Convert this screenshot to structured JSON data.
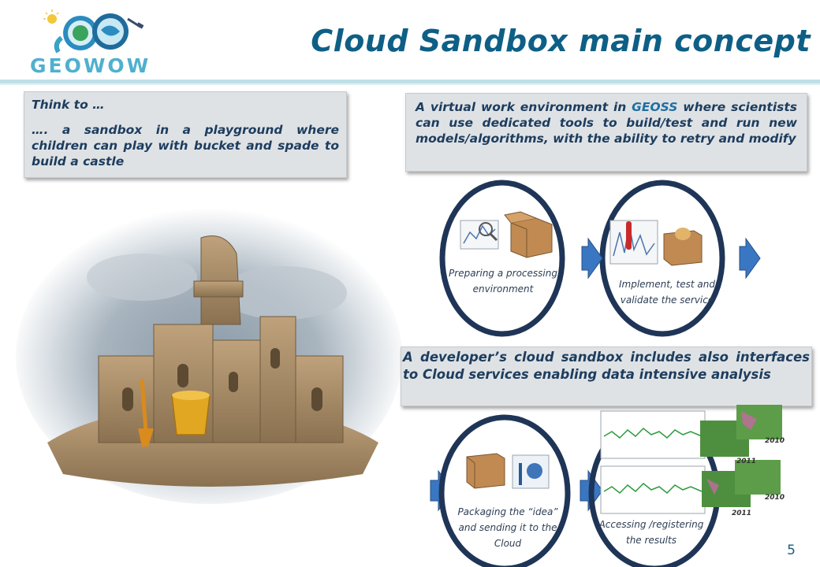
{
  "header": {
    "title": "Cloud Sandbox main concept",
    "logo_text": "GEOWOW"
  },
  "think_box": {
    "line1": "Think to …",
    "line2": "…. a sandbox in a playground where children can play with bucket and spade to build a castle"
  },
  "virtual_box": {
    "text_before": "A virtual work environment in ",
    "highlight": "GEOSS",
    "text_after": " where scientists can use dedicated tools to build/test and run new models/algorithms, with the ability to retry and modify"
  },
  "developer_box": {
    "text": "A developer’s cloud sandbox includes also interfaces to Cloud services enabling data intensive analysis"
  },
  "diagram_top": {
    "step1": {
      "line1": "Preparing a processing",
      "line2": "environment"
    },
    "step2": {
      "line1": "Implement, test and",
      "line2": "validate the service"
    }
  },
  "diagram_bottom": {
    "step1": {
      "line1": "Packaging the “idea”",
      "line2": "and sending it to the",
      "line3": "Cloud"
    },
    "step2": {
      "line1": "Accessing /registering",
      "line2": "the results"
    },
    "years": [
      "2010",
      "2011",
      "2010",
      "2011"
    ]
  },
  "footer": {
    "page_number": "5"
  },
  "colors": {
    "title": "#0e5f86",
    "box_background": "#dfe2e5",
    "box_text": "#1d3d5e",
    "ring": "#1f3557",
    "arrow": "#3a77c2",
    "rule": "#bfe0e8"
  }
}
